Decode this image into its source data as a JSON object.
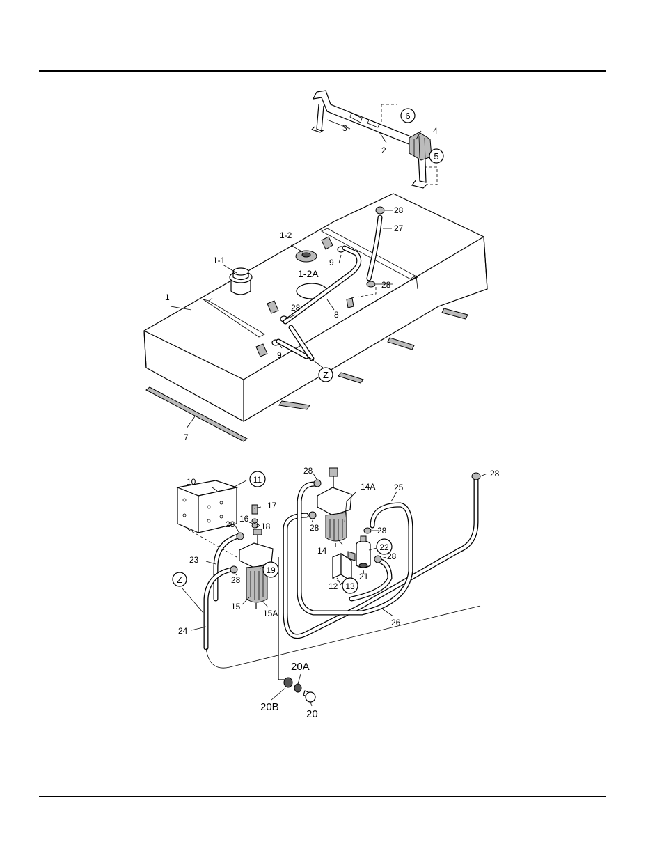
{
  "callouts": {
    "c1": "1",
    "c1_1": "1-1",
    "c1_2": "1-2",
    "c1_2a": "1-2A",
    "c2": "2",
    "c3": "3",
    "c4": "4",
    "c5": "5",
    "c6": "6",
    "c7": "7",
    "c8": "8",
    "c9a": "9",
    "c9b": "9",
    "c10": "10",
    "c11": "11",
    "c12": "12",
    "c13": "13",
    "c14": "14",
    "c14a": "14A",
    "c15": "15",
    "c15a": "15A",
    "c16": "16",
    "c17": "17",
    "c18": "18",
    "c19": "19",
    "c20": "20",
    "c20a": "20A",
    "c20b": "20B",
    "c21": "21",
    "c22": "22",
    "c23": "23",
    "c24": "24",
    "c25": "25",
    "c26": "26",
    "c27": "27",
    "c28_1": "28",
    "c28_2": "28",
    "c28_3": "28",
    "c28_4": "28",
    "c28_5": "28",
    "c28_6": "28",
    "c28_7": "28",
    "c28_8": "28",
    "c28_9": "28",
    "c28_10": "28",
    "cz1": "Z",
    "cz2": "Z"
  }
}
